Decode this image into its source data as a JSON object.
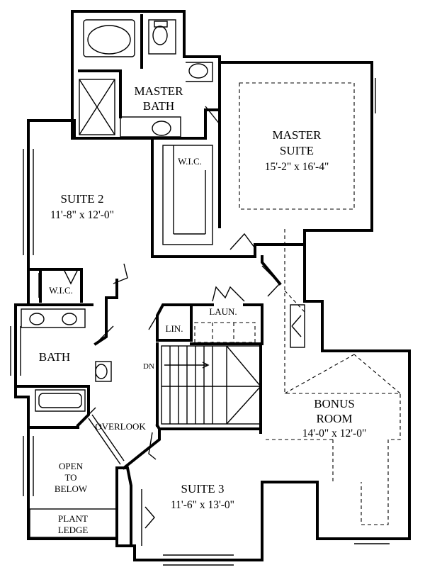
{
  "rooms": {
    "master_bath": {
      "line1": "MASTER",
      "line2": "BATH"
    },
    "master_suite": {
      "line1": "MASTER",
      "line2": "SUITE",
      "dims": "15'-2\" x 16'-4\""
    },
    "master_wic": {
      "label": "W.I.C."
    },
    "suite2": {
      "name": "SUITE 2",
      "dims": "11'-8\" x 12'-0\""
    },
    "suite2_wic": {
      "label": "W.I.C."
    },
    "bath": {
      "label": "BATH"
    },
    "laundry": {
      "label": "LAUN."
    },
    "linen": {
      "label": "LIN."
    },
    "stair": {
      "label": "DN"
    },
    "overlook": {
      "label": "OVERLOOK"
    },
    "open_to_below": {
      "line1": "OPEN",
      "line2": "TO",
      "line3": "BELOW"
    },
    "plant_ledge": {
      "line1": "PLANT",
      "line2": "LEDGE"
    },
    "suite3": {
      "name": "SUITE 3",
      "dims": "11'-6\" x 13'-0\""
    },
    "bonus_room": {
      "line1": "BONUS",
      "line2": "ROOM",
      "dims": "14'-0\" x 12'-0\""
    }
  }
}
